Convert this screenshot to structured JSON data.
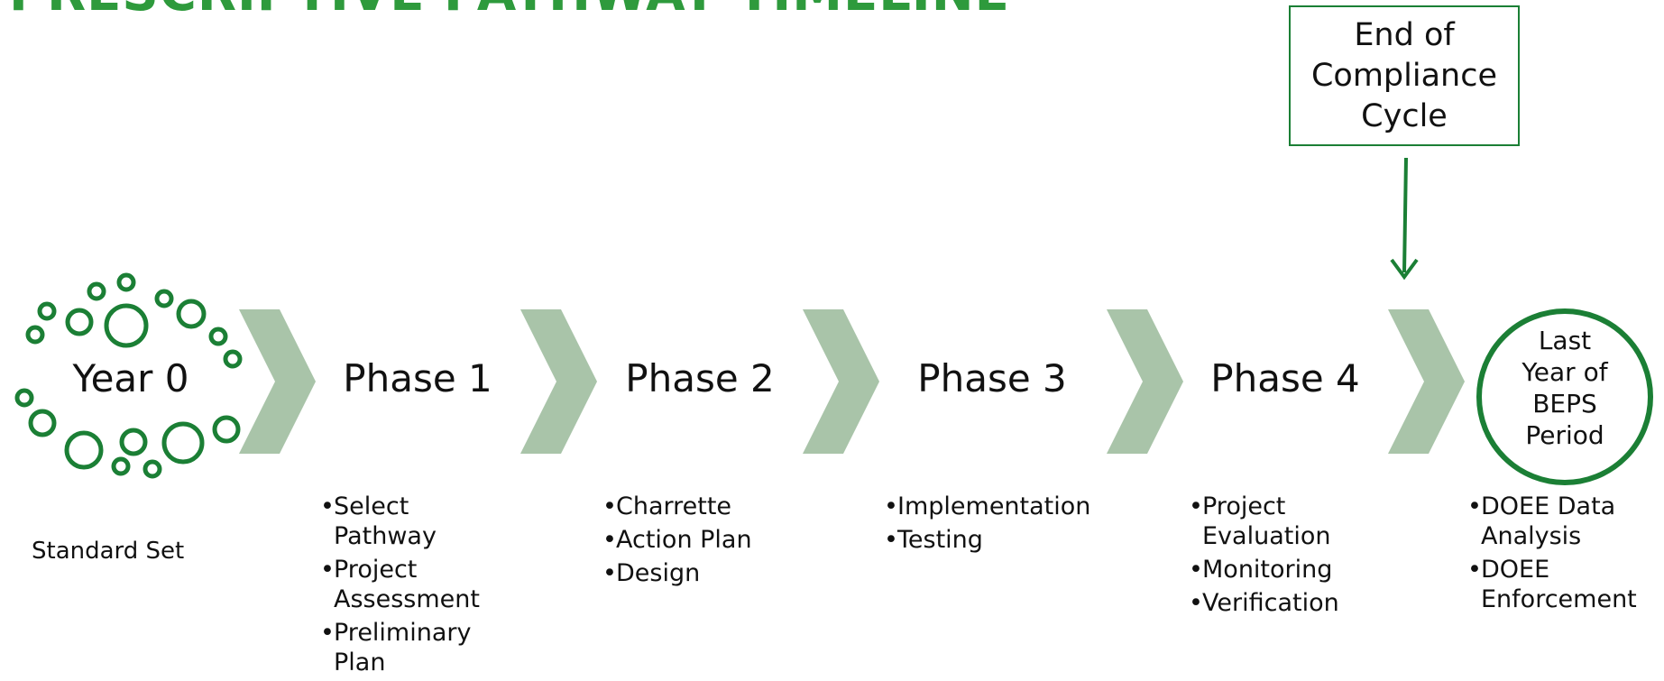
{
  "title": "PRESCRIPTIVE PATHWAY TIMELINE",
  "callout": {
    "line1": "End of",
    "line2": "Compliance",
    "line3": "Cycle"
  },
  "colors": {
    "accent_green": "#1b7f35",
    "chevron": "#a9c4a9",
    "title_green": "#2e9a3c"
  },
  "year0": {
    "label": "Year 0",
    "caption": "Standard Set"
  },
  "phases": [
    {
      "label": "Phase 1",
      "items": [
        "Select Pathway",
        "Project Assessment",
        "Preliminary Plan"
      ]
    },
    {
      "label": "Phase 2",
      "items": [
        "Charrette",
        "Action Plan",
        "Design"
      ]
    },
    {
      "label": "Phase 3",
      "items": [
        "Implementation",
        "Testing"
      ]
    },
    {
      "label": "Phase 4",
      "items": [
        "Project Evaluation",
        "Monitoring",
        "Verification"
      ]
    }
  ],
  "final": {
    "line1": "Last",
    "line2": "Year of",
    "line3": "BEPS",
    "line4": "Period",
    "items": [
      "DOEE Data Analysis",
      "DOEE Enforcement"
    ]
  },
  "bullet_char": "•"
}
